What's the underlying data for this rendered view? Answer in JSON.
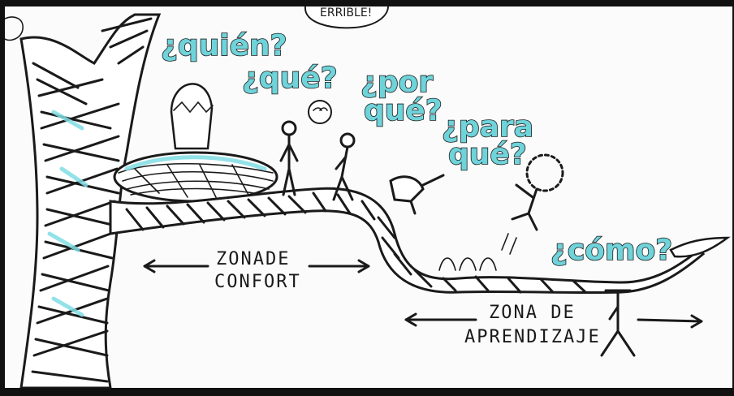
{
  "questions": {
    "quien": "¿quién?",
    "que": "¿qué?",
    "porque_1": "¿por",
    "porque_2": "qué?",
    "parague_1": "¿para",
    "parague_2": "qué?",
    "como": "¿cómo?"
  },
  "zones": {
    "confort_1": "ZONADE",
    "confort_2": "CONFORT",
    "aprendizaje_1": "ZONA DE",
    "aprendizaje_2": "APRENDIZAJE"
  },
  "bubble_text": "ERRIBLE!",
  "colors": {
    "accent": "#6fd3da",
    "ink": "#1a1a1a",
    "board": "#fbfbfb"
  }
}
